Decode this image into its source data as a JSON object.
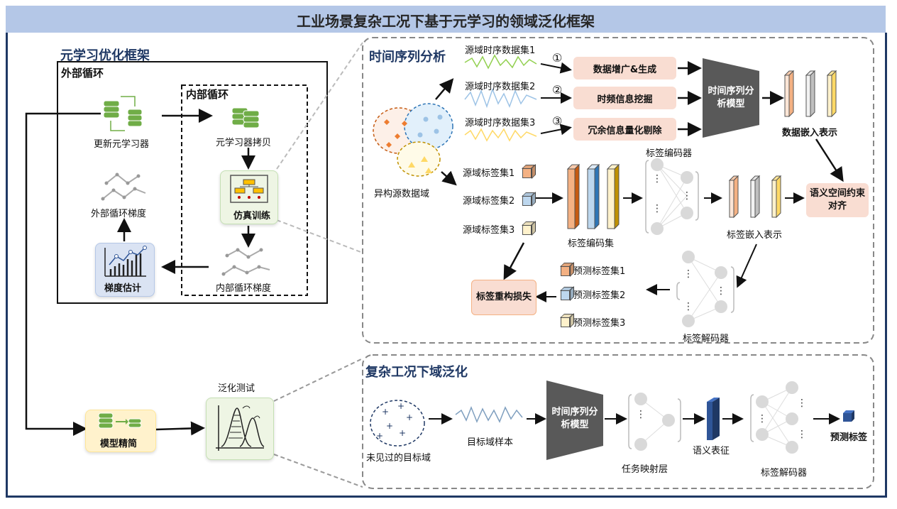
{
  "title": "工业场景复杂工况下基于元学习的领域泛化框架",
  "meta": {
    "section_title": "元学习优化框架",
    "outer_loop": "外部循环",
    "inner_loop": "内部循环",
    "update_learner": "更新元学习器",
    "learner_copy": "元学习器拷贝",
    "sim_training": "仿真训练",
    "outer_gradient": "外部循环梯度",
    "inner_gradient": "内部循环梯度",
    "gradient_estimate": "梯度估计"
  },
  "ts": {
    "section_title": "时间序列分析",
    "heterogeneous": "异构源数据域",
    "sources": [
      {
        "label": "源域时序数据集1",
        "step": "①",
        "box": "数据增广&生成"
      },
      {
        "label": "源域时序数据集2",
        "step": "②",
        "box": "时频信息挖掘"
      },
      {
        "label": "源域时序数据集3",
        "step": "③",
        "box": "冗余信息量化剔除"
      }
    ],
    "model": "时间序列分析模型",
    "data_embedding": "数据嵌入表示",
    "label_sets": [
      "源域标签集1",
      "源域标签集2",
      "源域标签集3"
    ],
    "label_encoded_set": "标签编码集",
    "label_encoder": "标签编码器",
    "label_embedding": "标签嵌入表示",
    "semantic_align": "语义空间约束对齐",
    "pred_sets": [
      "预测标签集1",
      "预测标签集2",
      "预测标签集3"
    ],
    "label_decoder": "标签解码器",
    "recon_loss": "标签重构损失"
  },
  "gen": {
    "section_title": "复杂工况下域泛化",
    "model_prune": "模型精简",
    "gen_test": "泛化测试",
    "unseen": "未见过的目标域",
    "target_sample": "目标域样本",
    "model": "时间序列分析模型",
    "task_map": "任务映射层",
    "semantic_rep": "语义表征",
    "label_decoder": "标签解码器",
    "pred_label": "预测标签"
  },
  "colors": {
    "title_bar": "#b4c7e7",
    "navy": "#1f3864",
    "peach": "#f9ddd2",
    "model_gray": "#595959",
    "orange_cube": "#f4b183",
    "blue_cube": "#bdd7ee",
    "yellow_cube": "#fff2cc"
  }
}
